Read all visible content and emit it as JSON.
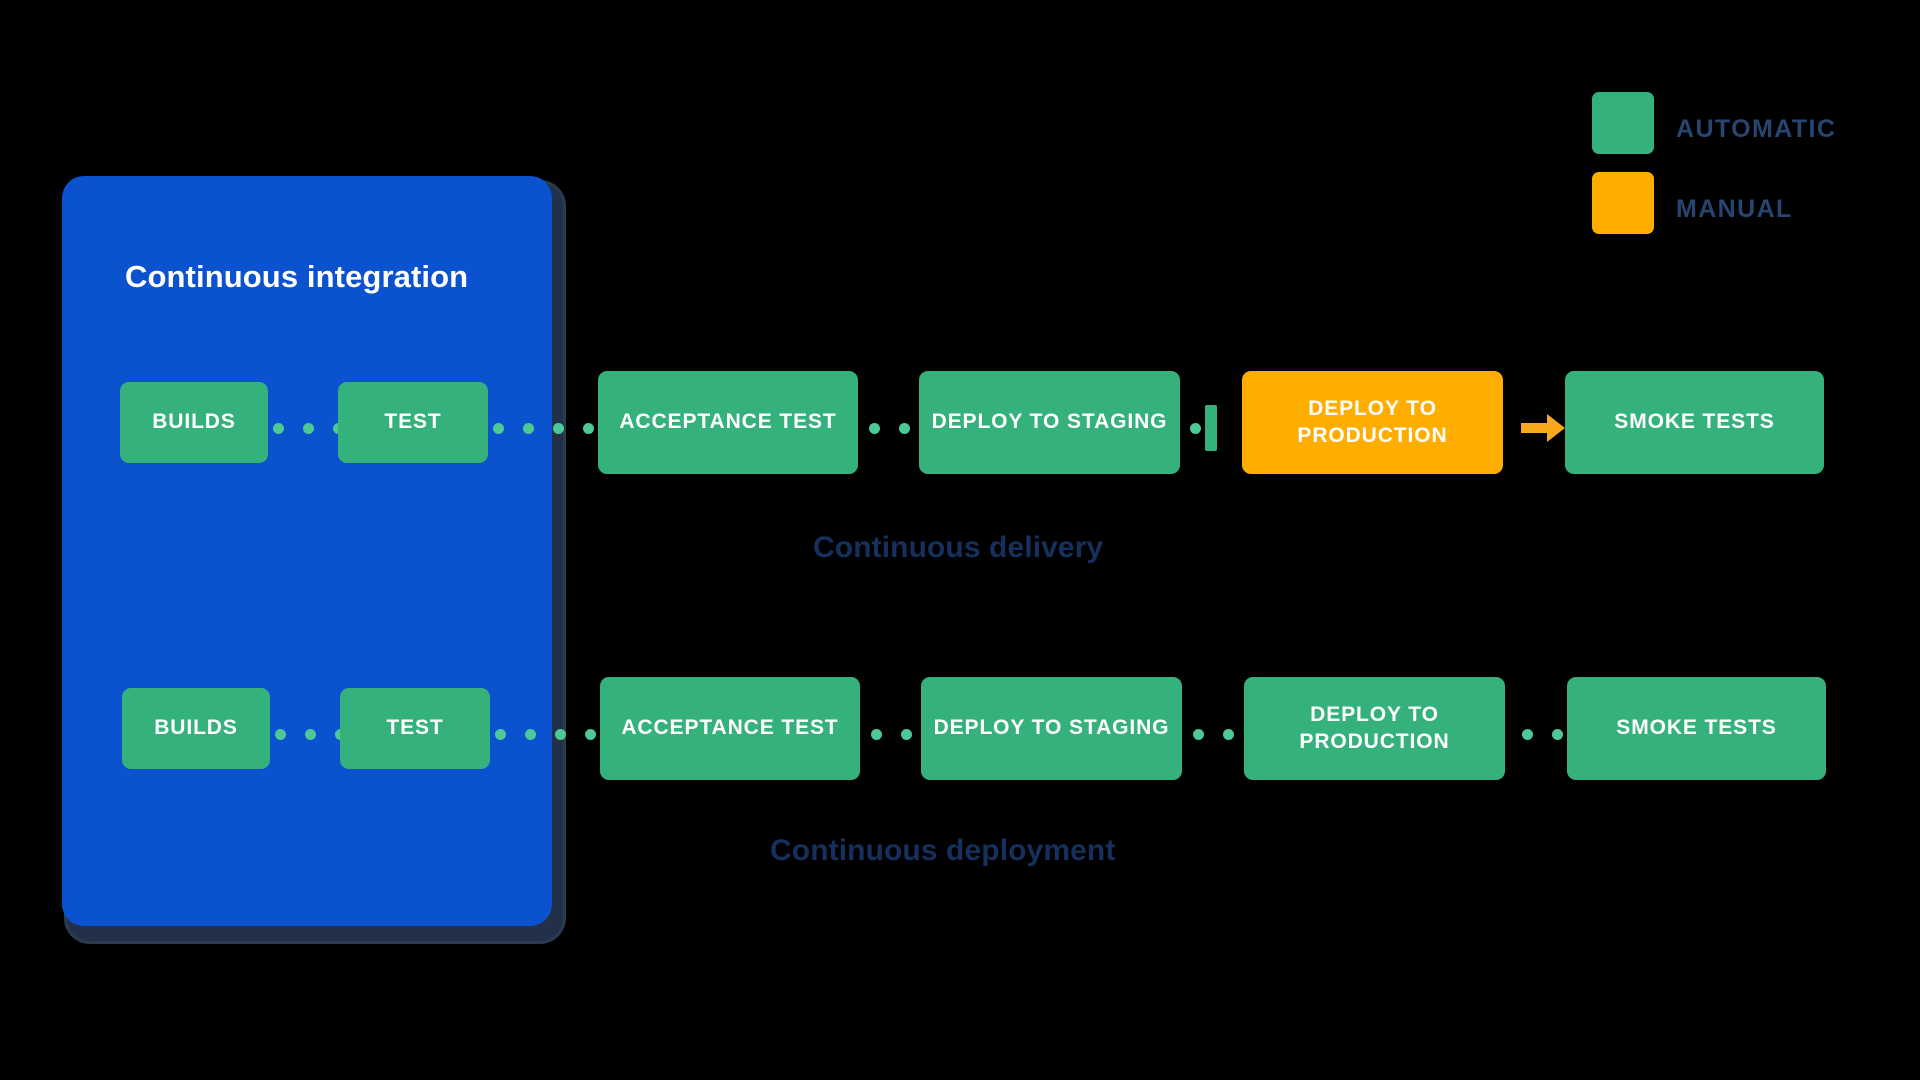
{
  "legend": {
    "items": [
      {
        "label": "AUTOMATIC",
        "color": "#35b27c",
        "swatch_icon": "green-square-icon"
      },
      {
        "label": "MANUAL",
        "color": "#ffae00",
        "swatch_icon": "orange-square-icon"
      }
    ]
  },
  "ci_panel": {
    "title": "Continuous integration",
    "color": "#0b52ce"
  },
  "pipelines": [
    {
      "id": "continuous-delivery",
      "caption": "Continuous delivery",
      "stages": [
        {
          "label": "BUILDS",
          "type": "automatic",
          "inside_ci": true
        },
        {
          "label": "TEST",
          "type": "automatic",
          "inside_ci": true
        },
        {
          "label": "ACCEPTANCE TEST",
          "type": "automatic",
          "inside_ci": false
        },
        {
          "label": "DEPLOY TO STAGING",
          "type": "automatic",
          "inside_ci": false
        },
        {
          "label": "DEPLOY TO PRODUCTION",
          "type": "manual",
          "inside_ci": false
        },
        {
          "label": "SMOKE TESTS",
          "type": "automatic",
          "inside_ci": false
        }
      ],
      "connectors": [
        "dotted",
        "dotted",
        "dotted",
        "gate",
        "arrow"
      ]
    },
    {
      "id": "continuous-deployment",
      "caption": "Continuous deployment",
      "stages": [
        {
          "label": "BUILDS",
          "type": "automatic",
          "inside_ci": true
        },
        {
          "label": "TEST",
          "type": "automatic",
          "inside_ci": true
        },
        {
          "label": "ACCEPTANCE TEST",
          "type": "automatic",
          "inside_ci": false
        },
        {
          "label": "DEPLOY TO STAGING",
          "type": "automatic",
          "inside_ci": false
        },
        {
          "label": "DEPLOY TO PRODUCTION",
          "type": "automatic",
          "inside_ci": false
        },
        {
          "label": "SMOKE TESTS",
          "type": "automatic",
          "inside_ci": false
        }
      ],
      "connectors": [
        "dotted",
        "dotted",
        "dotted",
        "dotted",
        "dotted"
      ]
    }
  ]
}
